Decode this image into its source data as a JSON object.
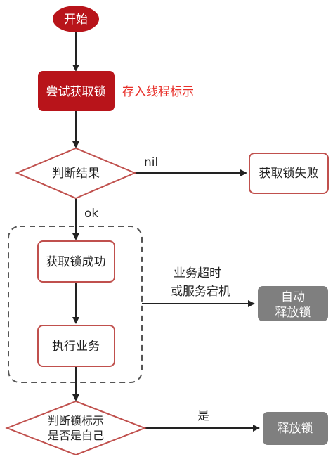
{
  "nodes": {
    "start": "开始",
    "try_lock": "尝试获取锁",
    "store_thread": "存入线程标示",
    "judge_result": "判断结果",
    "lock_failed": "获取锁失败",
    "lock_success": "获取锁成功",
    "do_business": "执行业务",
    "auto_release_1": "自动",
    "auto_release_2": "释放锁",
    "judge_owner_1": "判断锁标示",
    "judge_owner_2": "是否是自己",
    "release_lock": "释放锁"
  },
  "edges": {
    "nil": "nil",
    "ok": "ok",
    "timeout_1": "业务超时",
    "timeout_2": "或服务宕机",
    "yes": "是"
  },
  "colors": {
    "accent": "#B8141A",
    "accent_text": "#E8302A",
    "box_border": "#C0504D",
    "gray_box": "#7F7F7F",
    "line": "#222222",
    "dash": "#555555"
  }
}
